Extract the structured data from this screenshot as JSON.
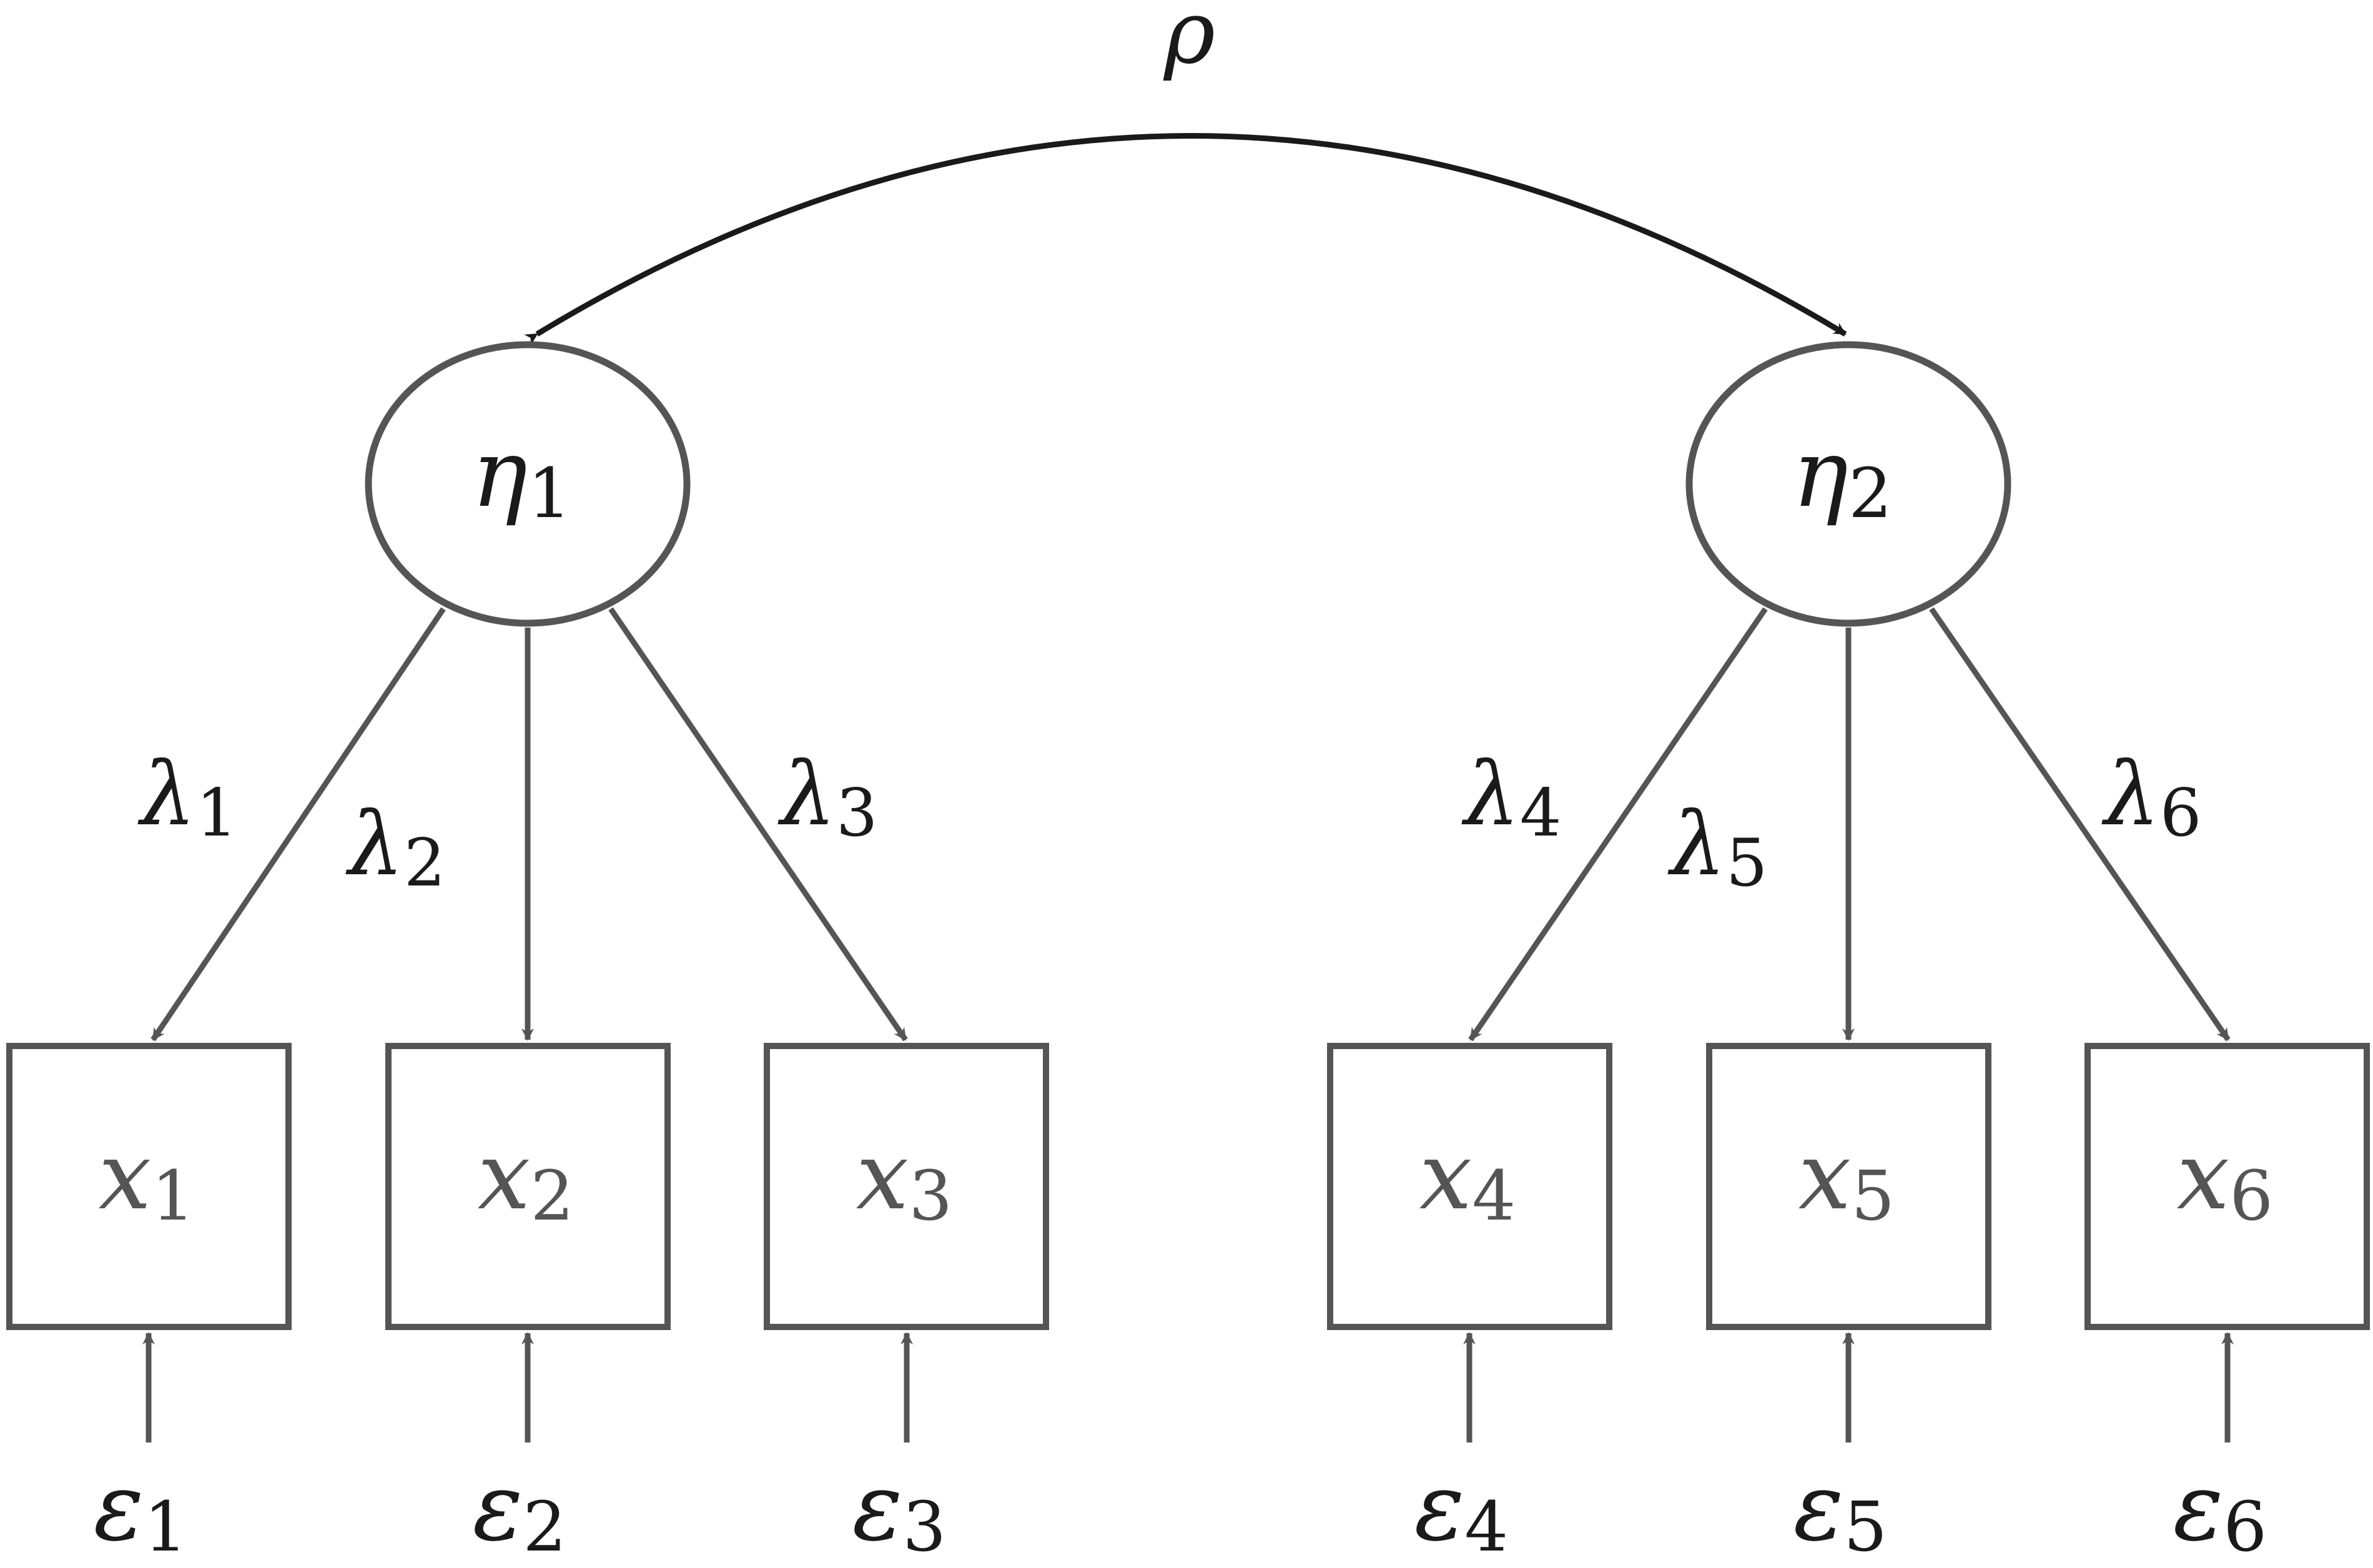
{
  "correlation": {
    "symbol": "ρ",
    "sub": ""
  },
  "factors": [
    {
      "symbol": "η",
      "sub": "1"
    },
    {
      "symbol": "η",
      "sub": "2"
    }
  ],
  "loadings": [
    {
      "symbol": "λ",
      "sub": "1"
    },
    {
      "symbol": "λ",
      "sub": "2"
    },
    {
      "symbol": "λ",
      "sub": "3"
    },
    {
      "symbol": "λ",
      "sub": "4"
    },
    {
      "symbol": "λ",
      "sub": "5"
    },
    {
      "symbol": "λ",
      "sub": "6"
    }
  ],
  "indicators": [
    {
      "symbol": "x",
      "sub": "1"
    },
    {
      "symbol": "x",
      "sub": "2"
    },
    {
      "symbol": "x",
      "sub": "3"
    },
    {
      "symbol": "x",
      "sub": "4"
    },
    {
      "symbol": "x",
      "sub": "5"
    },
    {
      "symbol": "x",
      "sub": "6"
    }
  ],
  "errors": [
    {
      "symbol": "ε",
      "sub": "1"
    },
    {
      "symbol": "ε",
      "sub": "2"
    },
    {
      "symbol": "ε",
      "sub": "3"
    },
    {
      "symbol": "ε",
      "sub": "4"
    },
    {
      "symbol": "ε",
      "sub": "5"
    },
    {
      "symbol": "ε",
      "sub": "6"
    }
  ],
  "colors": {
    "stroke": "#555555",
    "ink": "#1a1a1a",
    "background": "#ffffff"
  }
}
